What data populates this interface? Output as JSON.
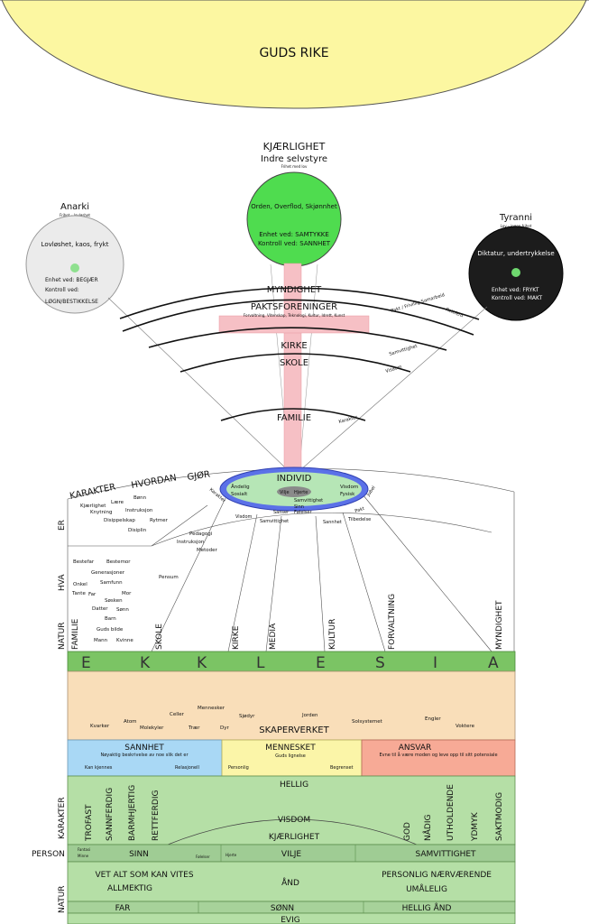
{
  "kingdom": {
    "title": "GUDS RIKE"
  },
  "love": {
    "title": "KJÆRLIGHET",
    "subtitle": "Indre selvstyre",
    "tagline": "Frihet med lov",
    "circle_text": "Orden, Overflod, Skjønnhet",
    "unity": "Enhet ved: SAMTYKKE",
    "control": "Kontroll ved: SANNHET",
    "color": "#4fdc4f"
  },
  "anarchy": {
    "title": "Anarki",
    "tagline": "Frihet – lovløshet",
    "circle_text": "Lovløshet, kaos, frykt",
    "unity": "Enhet ved: BEGJÆR",
    "control1": "Kontroll ved:",
    "control2": "LØGN/BESTIKKELSE",
    "color": "#ebebeb"
  },
  "tyranny": {
    "title": "Tyranni",
    "tagline": "Lov – ingen frihet",
    "circle_text": "Diktatur, undertrykkelse",
    "unity": "Enhet ved: FRYKT",
    "control": "Kontroll ved: MAKT",
    "color": "#1c1c1c"
  },
  "arcs": {
    "myndighet": "MYNDIGHET",
    "paktsforeninger": "PAKTSFORENINGER",
    "pakts_sub": "Forvaltning, Vitenskap, Teknologi, Kultur, Idrett, Kunst",
    "kirke": "KIRKE",
    "skole": "SKOLE",
    "familie": "FAMILIE",
    "rettferd": "Rettferd",
    "pakt_frivillig": "Pakt / Frivillig Samarbeid",
    "samvittighet": "Samvittighet",
    "visdom": "Visdom",
    "karakter": "Karakter"
  },
  "individ": {
    "title": "INDIVID",
    "andelig": "Åndelig",
    "sosialt": "Sosialt",
    "vilje": "Vilje",
    "hjerte": "Hjerte",
    "visdom": "Visdom",
    "fysisk": "Fysisk",
    "samvittighet": "Samvittighet",
    "sinn": "Sinn",
    "sanser": "Sanser",
    "folelser": "Følelser"
  },
  "fan": {
    "karakter": "KARAKTER",
    "hvordan": "HVORDAN",
    "gjor": "GJØR",
    "karakter_small": "Karakter",
    "visdom": "Visdom",
    "samvittighet": "Samvittighet",
    "sannhet": "Sannhet",
    "tilbedelse": "Tilbedelse",
    "pakt": "Pakt",
    "jubel": "Jubel",
    "er": "ER",
    "hva": "HVA",
    "natur": "NATUR",
    "methods": [
      "Kjærlighet",
      "Lære",
      "Bønn",
      "Knytning",
      "Instruksjon",
      "Disippelskap",
      "Rytmer",
      "Disiplin",
      "Pedagogi",
      "Instruksjon",
      "Metoder"
    ],
    "family_members": [
      "Bestefar",
      "Bestemor",
      "Generasjoner",
      "Onkel",
      "Samfunn",
      "Tante",
      "Far",
      "Mor",
      "Søsken",
      "Datter",
      "Sønn",
      "Barn",
      "Guds bilde",
      "Mann",
      "Kvinne"
    ],
    "pensum": "Pensum",
    "columns": [
      "FAMILIE",
      "SKOLE",
      "KIRKE",
      "MEDIA",
      "KULTUR",
      "FORVALTNING",
      "MYNDIGHET"
    ]
  },
  "ekklesia": {
    "letters": [
      "E",
      "K",
      "K",
      "L",
      "E",
      "S",
      "I",
      "A"
    ],
    "color": "#7bc464"
  },
  "creation": {
    "title": "SKAPERVERKET",
    "items": [
      "Kvarker",
      "Atom",
      "Molekyler",
      "Celler",
      "Trær",
      "Mennesker",
      "Dyr",
      "Sjødyr",
      "Jorden",
      "Solsystemet",
      "Engler",
      "Voktere"
    ],
    "color": "#f9deb9"
  },
  "truth": {
    "sannhet": "SANNHET",
    "sannhet_desc": "Nøyaktig beskrivelse av noe slik det er",
    "kan_kjennes": "Kan kjennes",
    "relasjonell": "Relasjonell",
    "mennesket": "MENNESKET",
    "guds_lignelse": "Guds lignelse",
    "personlig": "Personlig",
    "begrenset": "Begrenset",
    "ansvar": "ANSVAR",
    "ansvar_desc": "Evne til å være moden og leve opp til sitt potensiale",
    "colors": {
      "sannhet": "#a9d8f5",
      "mennesket": "#fbf5a8",
      "ansvar": "#f7aa96"
    }
  },
  "bottom": {
    "hellig": "HELLIG",
    "karakter": "KARAKTER",
    "traits_left": [
      "TROFAST",
      "SANNFERDIG",
      "BARMHJERTIG",
      "RETTFERDIG"
    ],
    "traits_right": [
      "GOD",
      "NÅDIG",
      "UTHOLDENDE",
      "YDMYK",
      "SAKTMODIG"
    ],
    "visdom": "VISDOM",
    "kjaerlighet": "KJÆRLIGHET",
    "person": "PERSON",
    "fantasi": "Fantasi",
    "minne": "Minne",
    "sinn": "SINN",
    "folelser": "Følelser",
    "hjerte": "Hjerte",
    "vilje": "VILJE",
    "samvittighet": "SAMVITTIGHET",
    "natur": "NATUR",
    "vet_alt": "VET ALT SOM KAN VITES",
    "allmektig": "ALLMEKTIG",
    "and": "ÅND",
    "personlig_naer": "PERSONLIG NÆRVÆRENDE",
    "umaalig": "UMÅLELIG",
    "far": "FAR",
    "sonn": "SØNN",
    "hellig_and": "HELLIG ÅND",
    "evig": "EVIG",
    "colors": {
      "top": "#b5dfa6",
      "row": "#a7d29a",
      "person": "#9fcc94"
    }
  }
}
